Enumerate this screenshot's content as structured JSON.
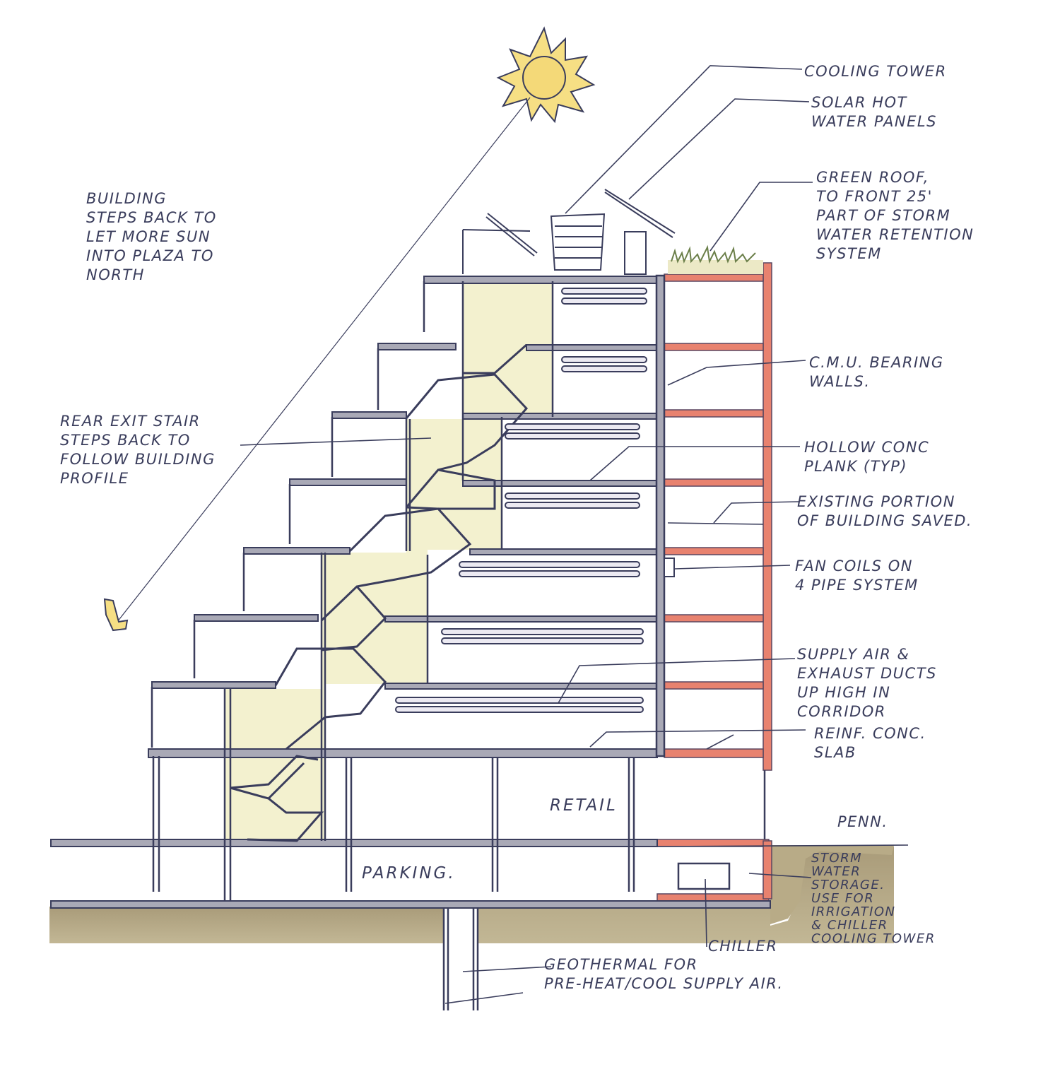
{
  "labels": {
    "cooling_tower": "COOLING TOWER",
    "solar_panels": "SOLAR HOT\nWATER PANELS",
    "green_roof": "GREEN ROOF,\nTO FRONT 25'\nPART OF STORM\nWATER RETENTION\nSYSTEM",
    "building_steps": "BUILDING\nSTEPS BACK TO\nLET MORE SUN\nINTO PLAZA TO\nNORTH",
    "cmu_walls": "C.M.U. BEARING\nWALLS.",
    "rear_stair": "REAR EXIT STAIR\nSTEPS BACK TO\nFOLLOW BUILDING\nPROFILE",
    "hollow_plank": "HOLLOW CONC\nPLANK (TYP)",
    "existing_portion": "EXISTING PORTION\nOF BUILDING SAVED.",
    "fan_coils": "FAN COILS ON\n4 PIPE SYSTEM",
    "ducts": "SUPPLY AIR &\nEXHAUST DUCTS\nUP HIGH IN\nCORRIDOR",
    "slab": "REINF. CONC.\nSLAB",
    "retail": "RETAIL",
    "penn": "PENN.",
    "parking": "PARKING.",
    "storm_water": "STORM\nWATER\nSTORAGE.\nUSE FOR\nIRRIGATION\n& CHILLER\nCOOLING TOWER",
    "chiller": "CHILLER",
    "geothermal": "GEOTHERMAL FOR\nPRE-HEAT/COOL SUPPLY AIR."
  },
  "colors": {
    "ink": "#3a3d5c",
    "slab_gray": "#a9a9b6",
    "stair_fill": "#f3f1cf",
    "existing_red": "#e8826f",
    "soil": "#b3a684",
    "sun": "#f6df84",
    "grass": "#6b7f4a"
  }
}
